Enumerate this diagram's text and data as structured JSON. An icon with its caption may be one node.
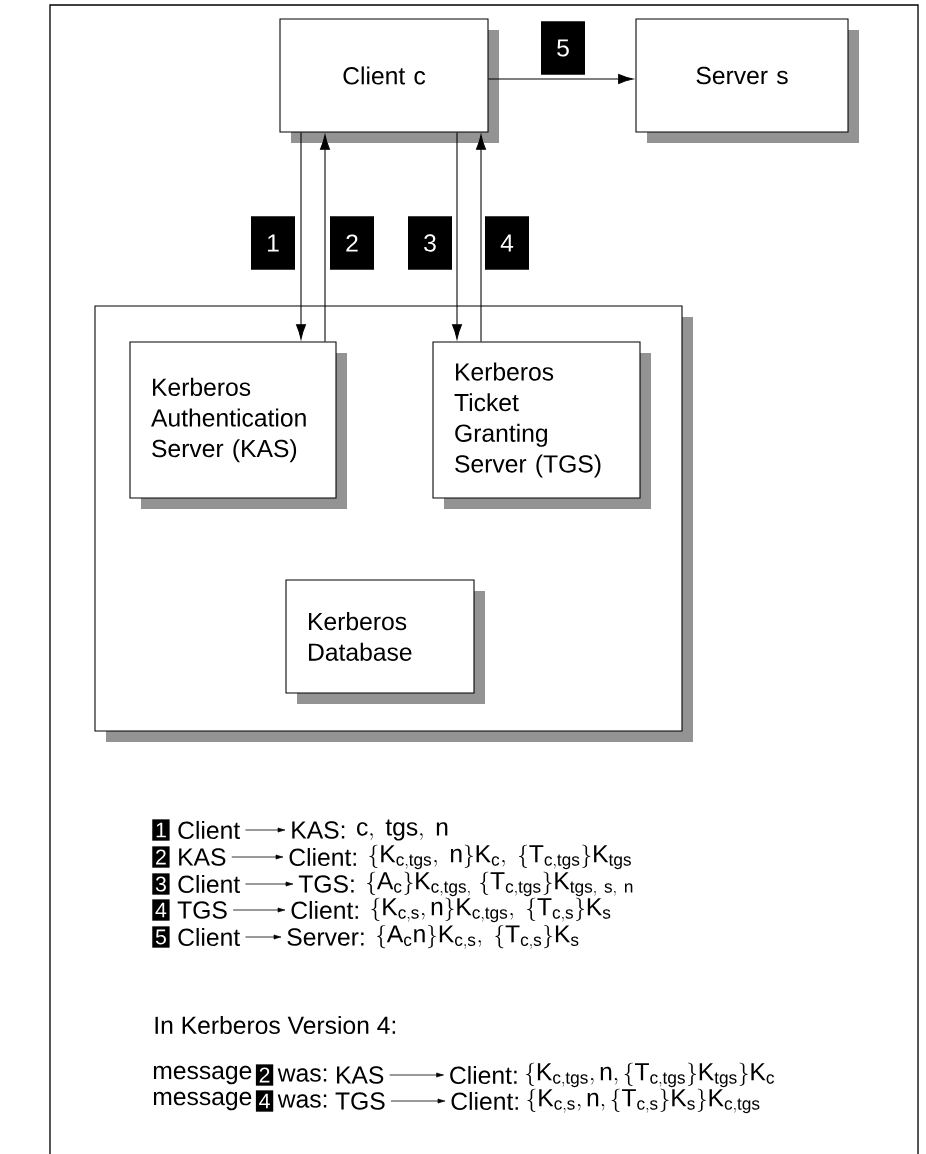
{
  "diagram": {
    "nodes": [
      {
        "text": [
          "Client c"
        ]
      },
      {
        "text": [
          "Server s"
        ]
      },
      {
        "text": [],
        "shape": "box"
      },
      {
        "text": [
          "Kerberos Authentication Server (KAS)"
        ],
        "in": 2
      },
      {
        "text": [
          "Kerberos Ticket Granting Server (TGS)"
        ],
        "in": 2
      },
      {
        "text": [
          "Kerberos Database"
        ],
        "in": 2
      }
    ],
    "edges": [
      {
        "from": 0,
        "to": 3,
        "arrow": "to",
        "label": "1"
      },
      {
        "from": 3,
        "to": 0,
        "arrow": "to",
        "label": "2"
      },
      {
        "from": 0,
        "to": 4,
        "arrow": "to",
        "label": "3"
      },
      {
        "from": 4,
        "to": 0,
        "arrow": "to",
        "label": "4"
      },
      {
        "from": 0,
        "to": 1,
        "arrow": "to",
        "label": "5"
      }
    ],
    "labels": [
      "1",
      "Client",
      "KAS:",
      "\\mathrm{c,\\ tgs,\\ n}",
      "2",
      "KAS",
      "Client:",
      "\\mathrm{\\{K_{c,tgs},\\ n\\}K_{c},\\ \\{T_{c,tgs}\\}K_{tgs}}",
      "3",
      "Client",
      "TGS:",
      "\\mathrm{\\{A_{c}\\}K_{c,tgs,}\\ \\{T_{c,tgs}\\}K_{tgs,\\ s,\\ n}}",
      "4",
      "TGS",
      "Client:",
      "\\mathrm{\\{K_{c,s},n\\}K_{c,tgs},\\ \\{T_{c,s}\\}K_{s}}",
      "5",
      "Client",
      "Server:",
      "\\mathrm{\\{A_{c}n\\}K_{c,s},\\ \\{T_{c,s}\\}K_{s}}",
      "In Kerberos Version 4:",
      "message",
      "2",
      "was:",
      "KAS",
      "Client:",
      "\\mathrm{\\{K_{c,tgs},n,\\{T_{c,tgs}\\}K_{tgs}\\}K_{c}}",
      "message",
      "4",
      "was:",
      "TGS",
      "Client:",
      "\\mathrm{\\{K_{c,s},n,\\{T_{c,s}\\}K_{s}\\}K_{c,tgs}}"
    ]
  }
}
